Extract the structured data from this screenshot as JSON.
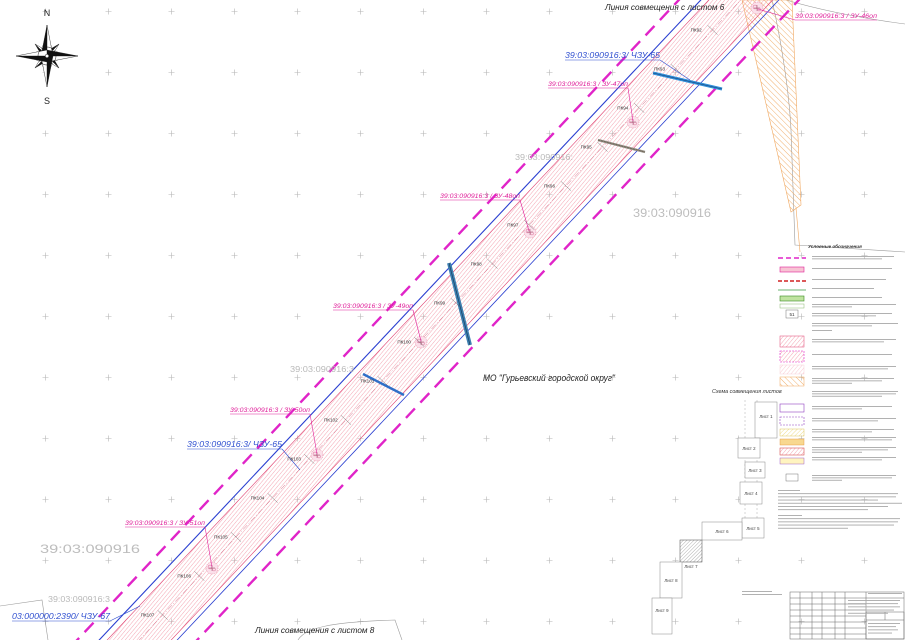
{
  "sheet_lines": {
    "top": "Линия совмещения с листом 6",
    "bottom": "Линия совмещения с листом 8"
  },
  "compass": {
    "north": "N",
    "south": "S",
    "icon": "compass-rose-icon"
  },
  "parcel_labels": [
    "39:03:090916:3 / ЗУ-46оп",
    "39:03:090916:3 / ЗУ-47оп",
    "39:03:090916:3 / ЗУ-48оп",
    "39:03:090916:3 / ЗУ-49оп",
    "39:03:090916:3 / ЗУ-50оп",
    "39:03:090916:3 / ЗУ-51оп"
  ],
  "easement_labels": [
    "39:03:090916:3/ ЧЗУ-65",
    "39:03:090916:3/ ЧЗУ-65",
    "03:000000:2390/ ЧЗУ-67"
  ],
  "cadastral_labels": [
    "39:03:090916:",
    "39:03:090916",
    "39:03:090916:3",
    "39:03:090916",
    "39:03:090916:3"
  ],
  "municipality": "МО \"Гурьевский городской округ\"",
  "pickets": [
    "ПК92",
    "ПК93",
    "ПК94",
    "ПК95",
    "ПК96",
    "ПК97",
    "ПК98",
    "ПК99",
    "ПК100",
    "ПК101",
    "ПК102",
    "ПК103",
    "ПК104",
    "ПК105",
    "ПК106",
    "ПК107"
  ],
  "legend": {
    "title": "Условные обозначения",
    "number_marker": "51"
  },
  "sheet_index": {
    "title": "Схема совмещения листов",
    "sheets": [
      "Лист 1",
      "Лист 2",
      "Лист 3",
      "Лист 4",
      "Лист 5",
      "Лист 6",
      "Лист 7",
      "Лист 8",
      "Лист 9"
    ]
  },
  "colors": {
    "parcel_label": "#e0209a",
    "easement_label": "#2f4fd0",
    "corridor_hatch": "#f07f92",
    "dashed_boundary": "#e024c8",
    "blue_boundary": "#2a3fd0",
    "band_edge": "#e04070",
    "orange_zone": "#f0a860",
    "pipe_blue": "#2f8fd8",
    "pipe_steel": "#3d7fb0"
  }
}
